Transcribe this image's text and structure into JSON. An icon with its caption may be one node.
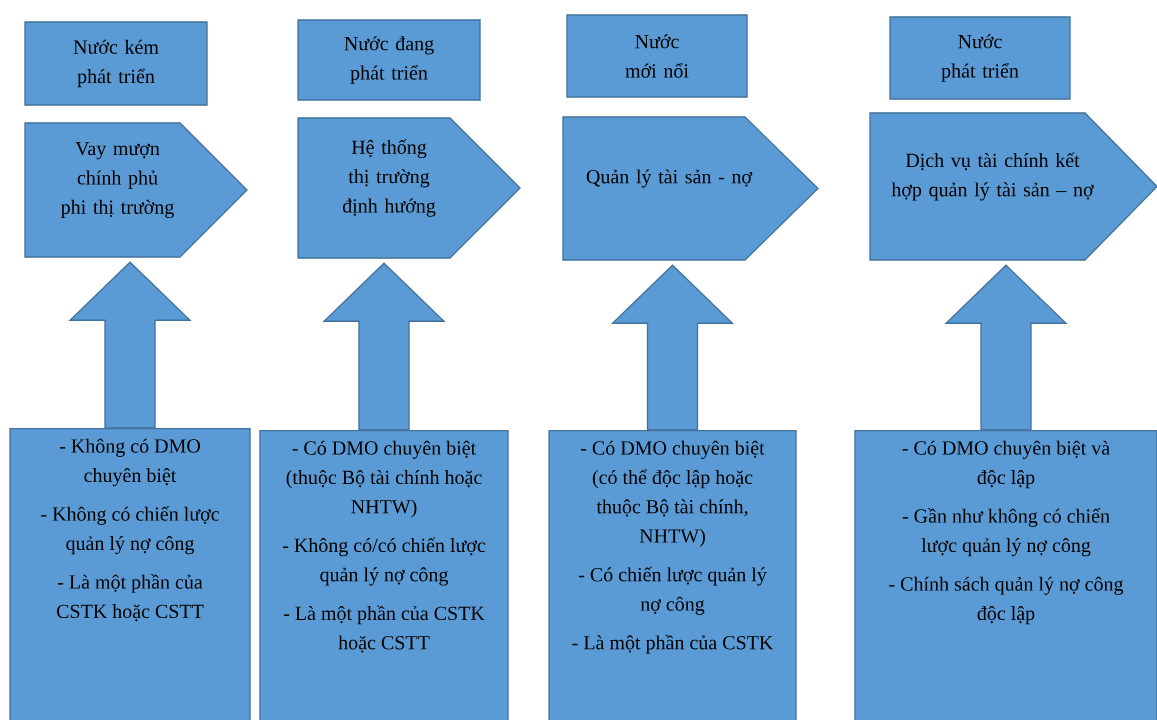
{
  "diagram": {
    "nodes": [
      {
        "text": [
          "Nước kém phát triển"
        ]
      },
      {
        "text": [
          "Vay mượn chính phủ phi thị trường"
        ]
      },
      {
        "text": [
          "- Không có DMO chuyên biệt",
          "- Không có chiến lược quản lý nợ công",
          "- Là một phần của CSTK hoặc CSTT"
        ]
      },
      {
        "text": [
          "Nước đang phát triển"
        ]
      },
      {
        "text": [
          "Hệ thống thị trường định hướng"
        ]
      },
      {
        "text": [
          "- Có DMO chuyên biệt (thuộc Bộ tài chính hoặc NHTW)",
          "- Không có/có chiến lược quản lý nợ công",
          "- Là một phần của CSTK hoặc CSTT"
        ]
      },
      {
        "text": [
          "Nước mới nổi"
        ]
      },
      {
        "text": [
          "Quản lý tài sản - nợ"
        ]
      },
      {
        "text": [
          "- Có DMO chuyên biệt (có thể độc lập hoặc thuộc Bộ tài chính, NHTW)",
          "- Có chiến lược quản lý nợ công",
          "- Là một phần của CSTK"
        ]
      },
      {
        "text": [
          "Nước phát triển"
        ]
      },
      {
        "text": [
          "Dịch vụ tài chính kết hợp quản lý tài sản – nợ"
        ]
      },
      {
        "text": [
          "- Có DMO chuyên biệt và độc lập",
          "- Gần như không có chiến lược quản lý nợ công",
          "- Chính sách quản lý nợ công độc lập"
        ]
      }
    ],
    "edges": [
      {
        "from": 2,
        "to": 1,
        "arrow": "to"
      },
      {
        "from": 5,
        "to": 4,
        "arrow": "to"
      },
      {
        "from": 8,
        "to": 7,
        "arrow": "to"
      },
      {
        "from": 11,
        "to": 10,
        "arrow": "to"
      }
    ]
  }
}
